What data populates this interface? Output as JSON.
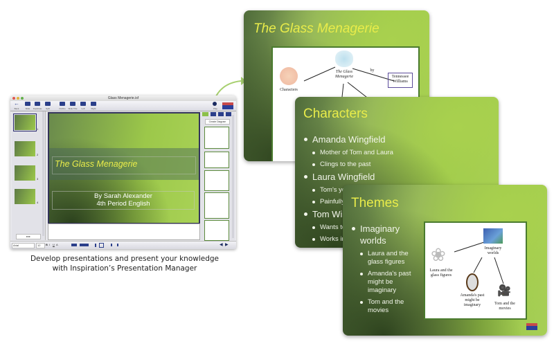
{
  "app_window": {
    "title": "Glass Menagerie.isf",
    "toolbar": [
      {
        "label": "Back",
        "icon": "back-arrow-icon"
      },
      {
        "label": "Slide",
        "icon": "new-slide-icon"
      },
      {
        "label": "Duplicate",
        "icon": "duplicate-icon"
      },
      {
        "label": "Split",
        "icon": "split-icon"
      },
      {
        "label": "Outline",
        "icon": "outline-icon"
      },
      {
        "label": "Slide Title",
        "icon": "slide-title-icon"
      },
      {
        "label": "Left",
        "icon": "layout-left-icon"
      },
      {
        "label": "Right",
        "icon": "layout-right-icon"
      },
      {
        "label": "Play",
        "icon": "play-icon"
      }
    ],
    "slide_sorter": {
      "thumbnails": [
        {
          "number": "1",
          "selected": true
        },
        {
          "number": "2",
          "selected": false
        },
        {
          "number": "3",
          "selected": false
        },
        {
          "number": "4",
          "selected": false
        }
      ],
      "more_button": "▸▸▸"
    },
    "current_slide": {
      "title": "The Glass Menagerie",
      "subtitle_line1": "By Sarah Alexander",
      "subtitle_line2": "4th Period English"
    },
    "right_panel": {
      "create_diagram_button": "Create Diagram",
      "diagram_count": 5
    },
    "statusbar": {
      "font_name": "Arial",
      "font_size": "12",
      "bold": "B",
      "italic": "I",
      "underline": "U",
      "text_color": "A",
      "prev": "◀",
      "next": "▶"
    }
  },
  "caption": {
    "line1": "Develop presentations and present your knowledge",
    "line2": "with Inspiration’s Presentation Manager"
  },
  "slides": [
    {
      "title": "The Glass Menagerie",
      "diagram": {
        "center": "The Glass Menagerie",
        "nodes": [
          "Characters",
          "Tennessee Williams"
        ],
        "link_label": "by"
      }
    },
    {
      "title": "Characters",
      "bullets": [
        {
          "text": "Amanda Wingfield",
          "sub": [
            "Mother of Tom and Laura",
            "Clings to the past"
          ]
        },
        {
          "text": "Laura Wingfield",
          "sub": [
            "Tom's younger sister",
            "Painfully"
          ]
        },
        {
          "text": "Tom Win",
          "sub": [
            "Wants to",
            "Works in"
          ]
        }
      ]
    },
    {
      "title": "Themes",
      "bullets": [
        {
          "text": "Imaginary worlds",
          "sub": [
            "Laura and the glass figures",
            "Amanda's past might be imaginary",
            "Tom and the movies"
          ]
        }
      ],
      "diagram": {
        "center": "Imaginary worlds",
        "nodes": [
          "Laura and the glass figures",
          "Amanda's past might be imaginary",
          "Tom and the movies"
        ]
      }
    }
  ],
  "colors": {
    "slide_title": "#e9ec4a",
    "slide_green": "#9cc84a",
    "toolbar_icon": "#2b3f8a"
  }
}
